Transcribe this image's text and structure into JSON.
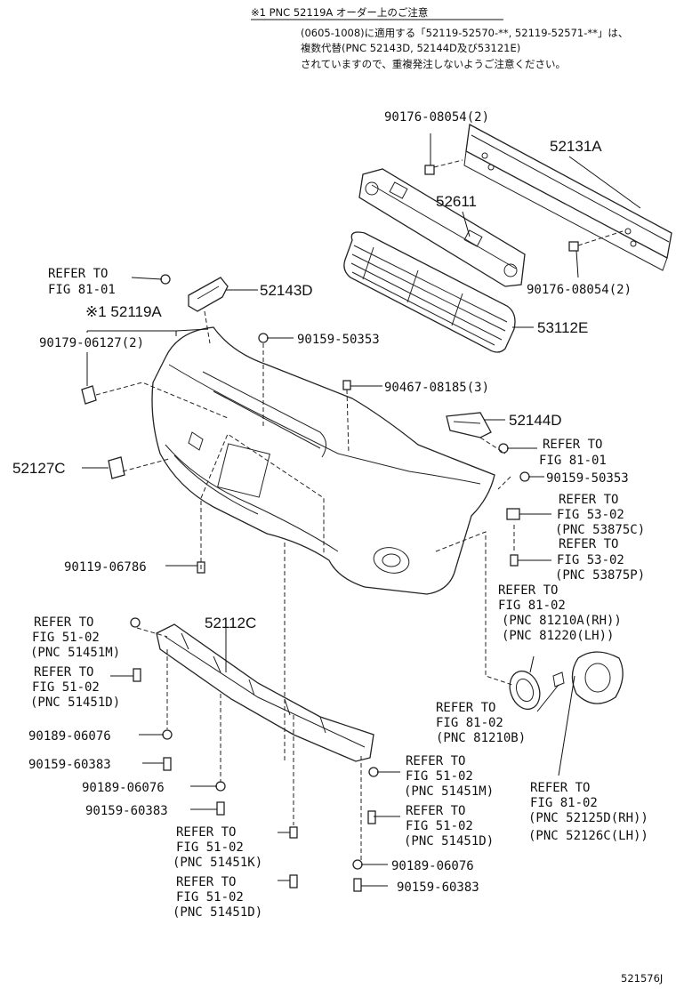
{
  "note": {
    "title": "※1 PNC 52119A オーダー上のご注意",
    "line1": "(0605-1008)に適用する「52119-52570-**, 52119-52571-**」は、",
    "line2": "複数代替(PNC 52143D, 52144D及び53121E)",
    "line3": "されていますので、重複発注しないようご注意ください。"
  },
  "labels": {
    "p90176_top": "90176-08054(2)",
    "p52131A": "52131A",
    "p52611": "52611",
    "p90176_bottom": "90176-08054(2)",
    "p53112E": "53112E",
    "ref_fig81_left_1": "REFER TO",
    "ref_fig81_left_2": "FIG 81-01",
    "p52143D": "52143D",
    "p52119A": "※1 52119A",
    "p90179": "90179-06127(2)",
    "p90159_50353_a": "90159-50353",
    "p90467": "90467-08185(3)",
    "p52144D": "52144D",
    "ref_fig81_right_1": "REFER TO",
    "ref_fig81_right_2": "FIG 81-01",
    "p90159_50353_b": "90159-50353",
    "p52127C": "52127C",
    "ref_53875C_1": "REFER TO",
    "ref_53875C_2": "FIG 53-02",
    "ref_53875C_3": "(PNC 53875C)",
    "ref_53875P_1": "REFER TO",
    "ref_53875P_2": "FIG 53-02",
    "ref_53875P_3": "(PNC 53875P)",
    "p90119": "90119-06786",
    "ref_81210_1": "REFER TO",
    "ref_81210_2": "FIG 81-02",
    "ref_81210_3": "(PNC 81210A(RH))",
    "ref_81210_4": "(PNC 81220(LH))",
    "ref_51451M_a_1": "REFER TO",
    "ref_51451M_a_2": "FIG 51-02",
    "ref_51451M_a_3": "(PNC 51451M)",
    "p52112C": "52112C",
    "ref_51451D_a_1": "REFER TO",
    "ref_51451D_a_2": "FIG 51-02",
    "ref_51451D_a_3": "(PNC 51451D)",
    "ref_81210B_1": "REFER TO",
    "ref_81210B_2": "FIG 81-02",
    "ref_81210B_3": "(PNC 81210B)",
    "p90189_a": "90189-06076",
    "p90159_60383_a": "90159-60383",
    "ref_51451M_b_1": "REFER TO",
    "ref_51451M_b_2": "FIG 51-02",
    "ref_51451M_b_3": "(PNC 51451M)",
    "p90189_b": "90189-06076",
    "p90159_60383_b": "90159-60383",
    "ref_52125D_1": "REFER TO",
    "ref_52125D_2": "FIG 81-02",
    "ref_52125D_3": "(PNC 52125D(RH))",
    "ref_52125D_4": "(PNC 52126C(LH))",
    "ref_51451D_b_1": "REFER TO",
    "ref_51451D_b_2": "FIG 51-02",
    "ref_51451D_b_3": "(PNC 51451D)",
    "ref_51451K_1": "REFER TO",
    "ref_51451K_2": "FIG 51-02",
    "ref_51451K_3": "(PNC 51451K)",
    "p90189_c": "90189-06076",
    "p90159_60383_c": "90159-60383",
    "ref_51451D_c_1": "REFER TO",
    "ref_51451D_c_2": "FIG 51-02",
    "ref_51451D_c_3": "(PNC 51451D)",
    "figure_id": "521576J"
  }
}
